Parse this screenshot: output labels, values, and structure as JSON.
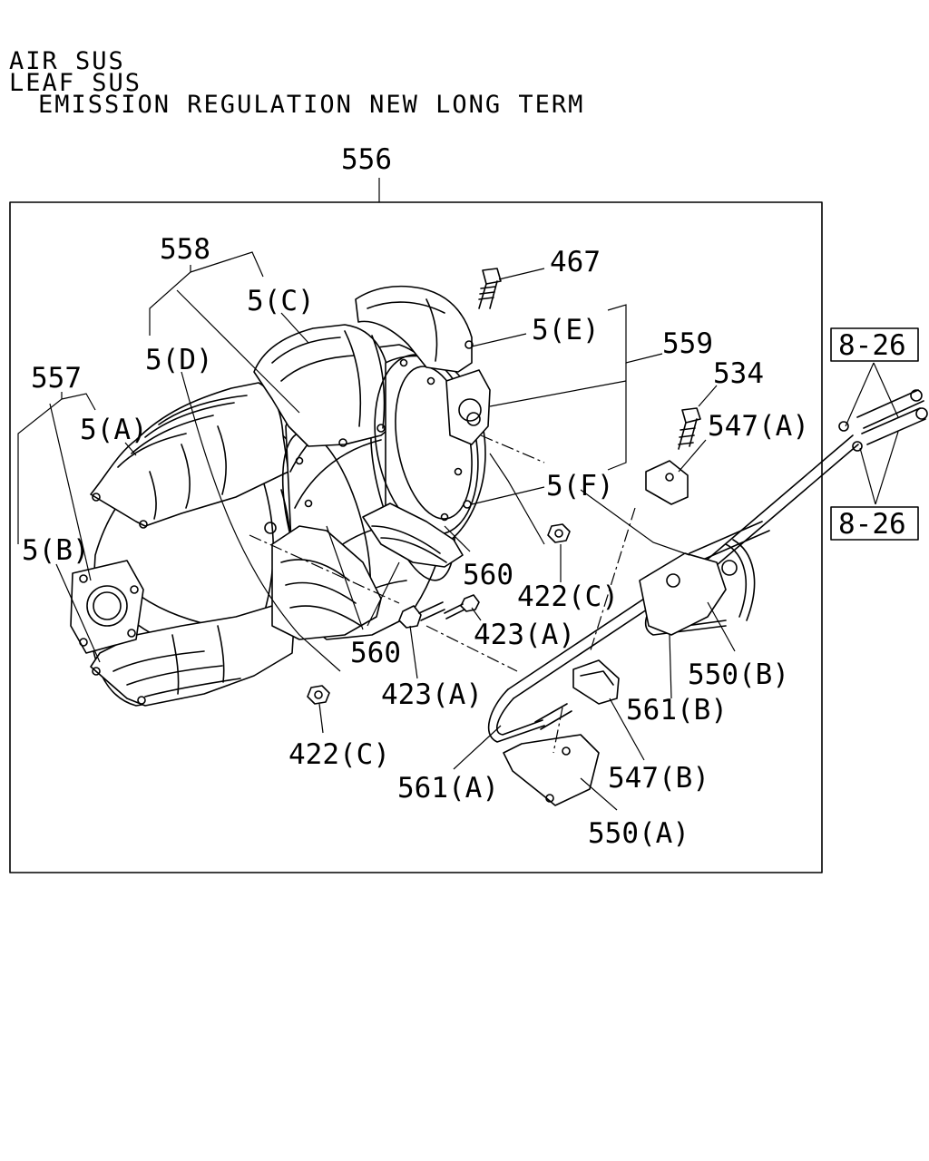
{
  "header": {
    "line1": "AIR SUS",
    "line2": "LEAF SUS",
    "line3": "EMISSION REGULATION NEW LONG TERM"
  },
  "callouts": {
    "assembly": "556",
    "c557": "557",
    "c558": "558",
    "c559": "559",
    "c467": "467",
    "c534": "534",
    "c5A": "5(A)",
    "c5B": "5(B)",
    "c5C": "5(C)",
    "c5D": "5(D)",
    "c5E": "5(E)",
    "c5F": "5(F)",
    "c547A": "547(A)",
    "c547B": "547(B)",
    "c560a": "560",
    "c560b": "560",
    "c422Ca": "422(C)",
    "c422Cb": "422(C)",
    "c423Aa": "423(A)",
    "c423Ab": "423(A)",
    "c550A": "550(A)",
    "c550B": "550(B)",
    "c561A": "561(A)",
    "c561B": "561(B)",
    "ref826a": "8-26",
    "ref826b": "8-26"
  }
}
